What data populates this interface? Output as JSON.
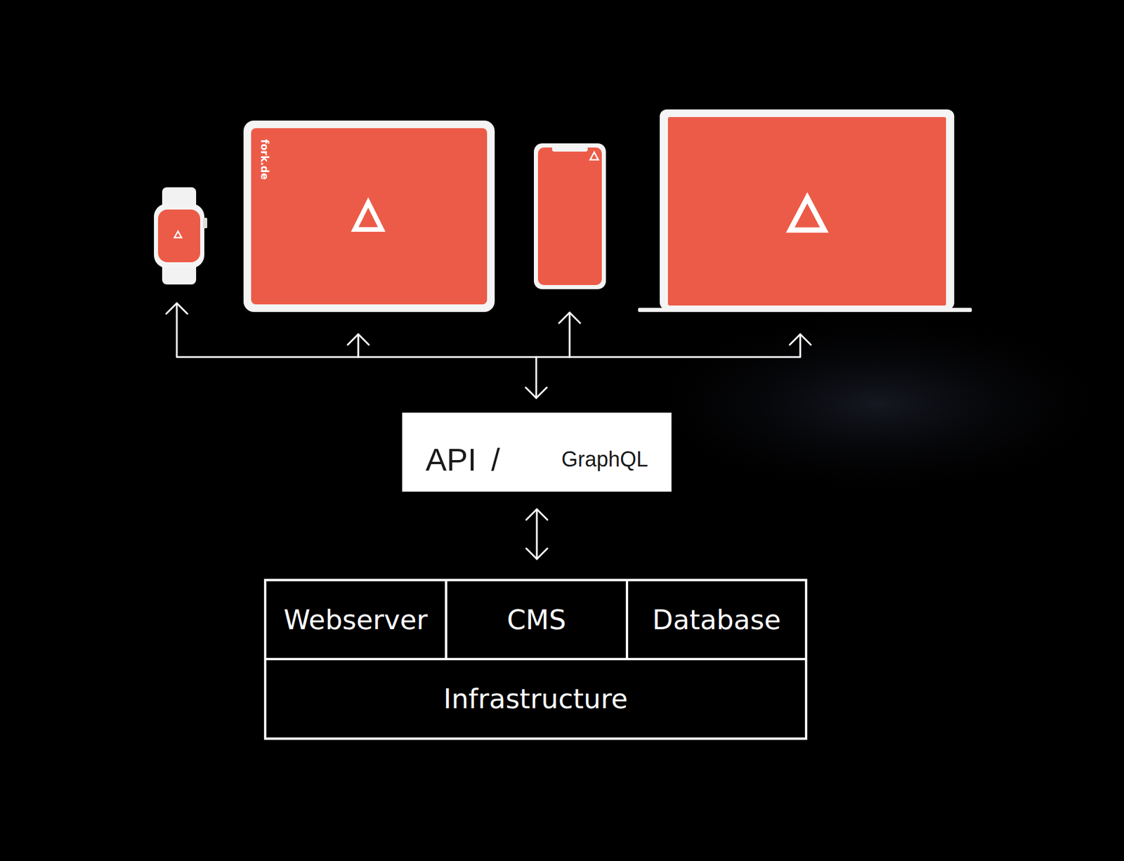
{
  "diagram": {
    "nodes": [
      {
        "text": [
          "API",
          "/",
          "GraphQL"
        ]
      },
      {
        "text": [
          "Webserver"
        ]
      },
      {
        "text": [
          "CMS"
        ]
      },
      {
        "text": [
          "Database"
        ]
      },
      {
        "text": [
          "Infrastructure"
        ]
      }
    ],
    "edges": [
      {
        "from": 0,
        "to": 2,
        "arrow": "both"
      }
    ],
    "labels": [
      "fork.de"
    ]
  }
}
